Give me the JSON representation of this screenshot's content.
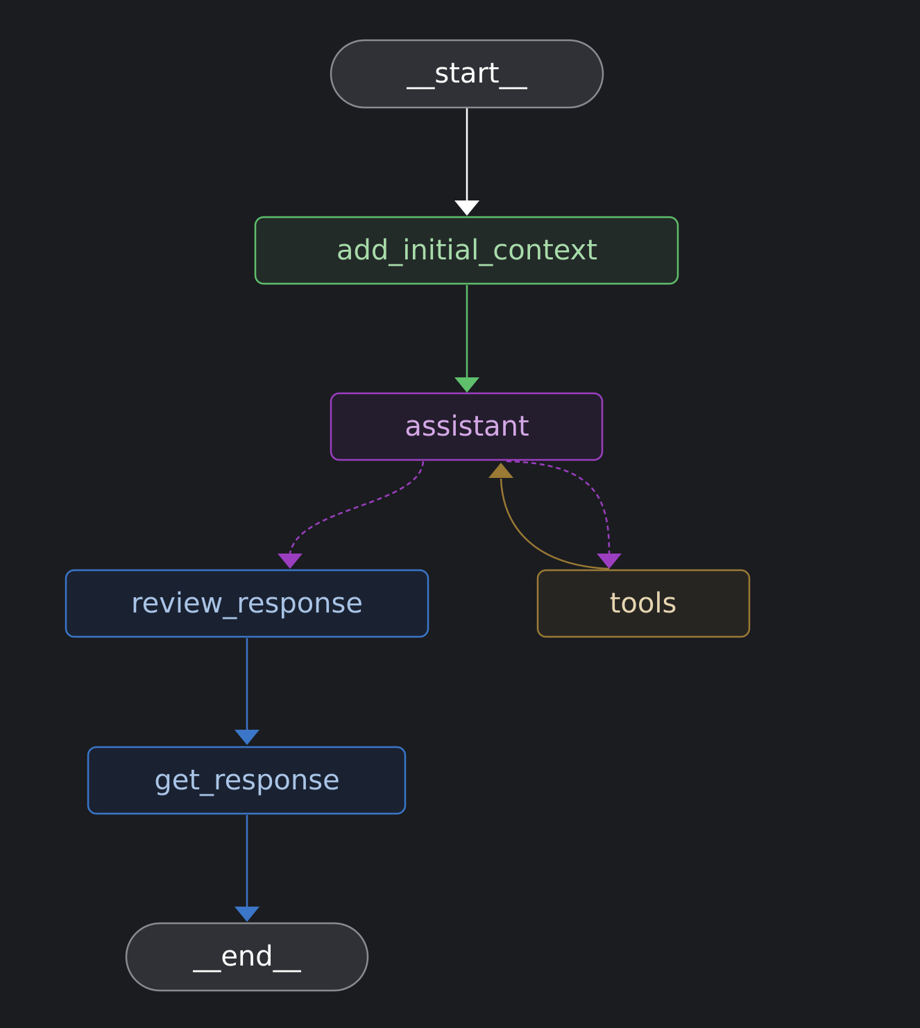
{
  "graph": {
    "nodes": [
      {
        "id": "start",
        "label": "__start__",
        "kind": "terminal",
        "stroke": "#8a8a90",
        "fill": "#303136",
        "text": "#ffffff"
      },
      {
        "id": "add_initial_context",
        "label": "add_initial_context",
        "kind": "step",
        "stroke": "#5fbf6c",
        "fill": "#232b29",
        "text": "#a8dcaa"
      },
      {
        "id": "assistant",
        "label": "assistant",
        "kind": "step",
        "stroke": "#9b3fc0",
        "fill": "#241d2e",
        "text": "#d4a8e6"
      },
      {
        "id": "review_response",
        "label": "review_response",
        "kind": "step",
        "stroke": "#3b76c8",
        "fill": "#1a2232",
        "text": "#a9c4e6"
      },
      {
        "id": "tools",
        "label": "tools",
        "kind": "step",
        "stroke": "#9a7a35",
        "fill": "#272522",
        "text": "#e6d5b0"
      },
      {
        "id": "get_response",
        "label": "get_response",
        "kind": "step",
        "stroke": "#3b76c8",
        "fill": "#1a2232",
        "text": "#a9c4e6"
      },
      {
        "id": "end",
        "label": "__end__",
        "kind": "terminal",
        "stroke": "#8a8a90",
        "fill": "#303136",
        "text": "#ffffff"
      }
    ],
    "edges": [
      {
        "from": "start",
        "to": "add_initial_context",
        "style": "solid",
        "color": "#ffffff"
      },
      {
        "from": "add_initial_context",
        "to": "assistant",
        "style": "solid",
        "color": "#5fbf6c"
      },
      {
        "from": "assistant",
        "to": "review_response",
        "style": "dashed",
        "color": "#9b3fc0"
      },
      {
        "from": "assistant",
        "to": "tools",
        "style": "dashed",
        "color": "#9b3fc0"
      },
      {
        "from": "tools",
        "to": "assistant",
        "style": "solid",
        "color": "#9a7a35"
      },
      {
        "from": "review_response",
        "to": "get_response",
        "style": "solid",
        "color": "#3b76c8"
      },
      {
        "from": "get_response",
        "to": "end",
        "style": "solid",
        "color": "#3b76c8"
      }
    ]
  }
}
